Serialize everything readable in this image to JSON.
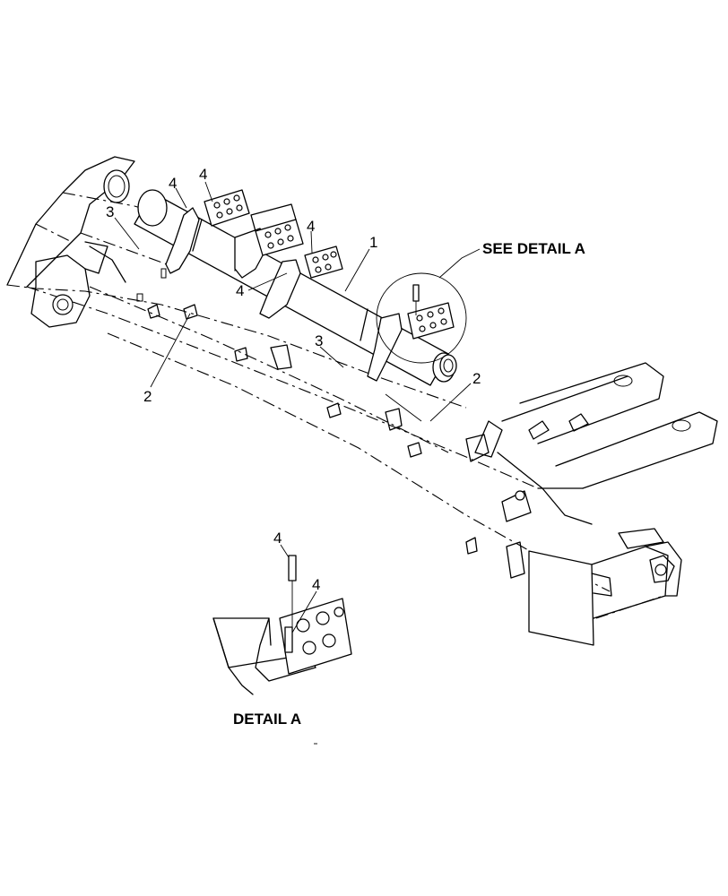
{
  "callouts": {
    "c1": "1",
    "c2a": "2",
    "c2b": "2",
    "c3a": "3",
    "c3b": "3",
    "c4a": "4",
    "c4b": "4",
    "c4c": "4",
    "c4d": "4",
    "c4e": "4",
    "c4f": "4"
  },
  "labels": {
    "see_detail": "SEE DETAIL  A",
    "detail_title": "DETAIL  A"
  }
}
